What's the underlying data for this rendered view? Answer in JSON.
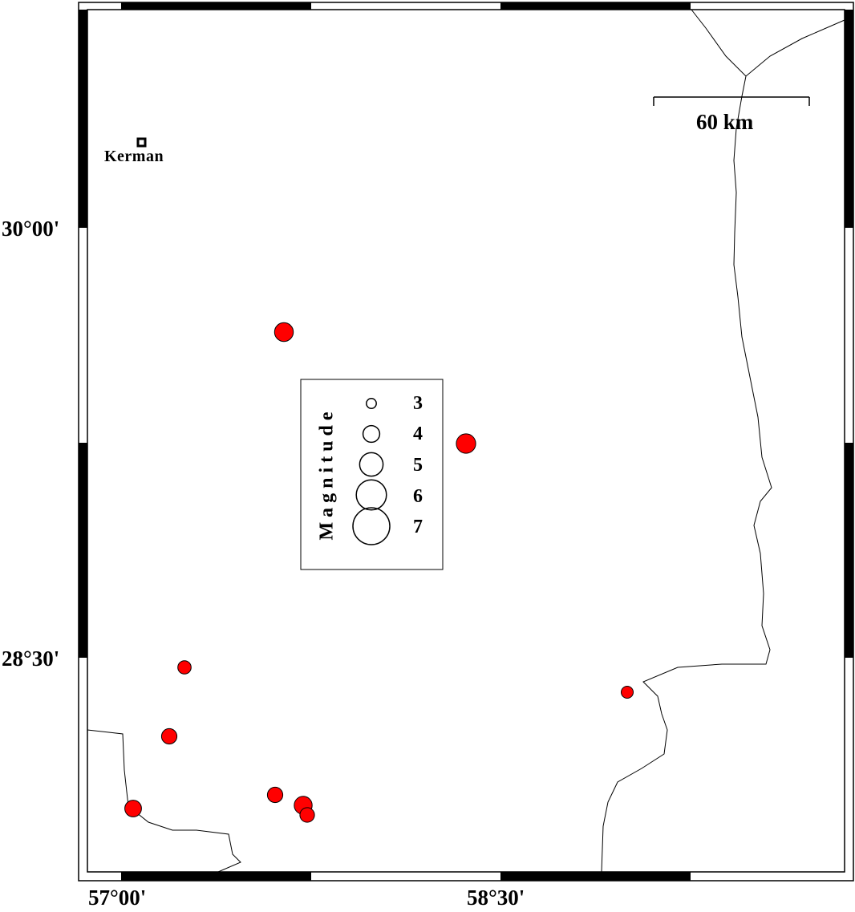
{
  "map": {
    "lon_labels": [
      "57°00'",
      "58°30'"
    ],
    "lat_labels": [
      "30°00'",
      "28°30'"
    ],
    "city": {
      "name": "Kerman"
    },
    "scale_bar": {
      "label": "60 km"
    },
    "legend": {
      "title": "Magnitude",
      "entries": [
        "3",
        "4",
        "5",
        "6",
        "7"
      ]
    },
    "colors": {
      "event_fill": "#ff0000",
      "frame": "#000000",
      "border_line": "#000000"
    },
    "events": [
      {
        "magnitude": 4.3
      },
      {
        "magnitude": 4.4
      },
      {
        "magnitude": 3.5
      },
      {
        "magnitude": 3.8
      },
      {
        "magnitude": 4.0
      },
      {
        "magnitude": 3.8
      },
      {
        "magnitude": 4.2
      },
      {
        "magnitude": 3.7
      },
      {
        "magnitude": 3.3
      }
    ]
  }
}
